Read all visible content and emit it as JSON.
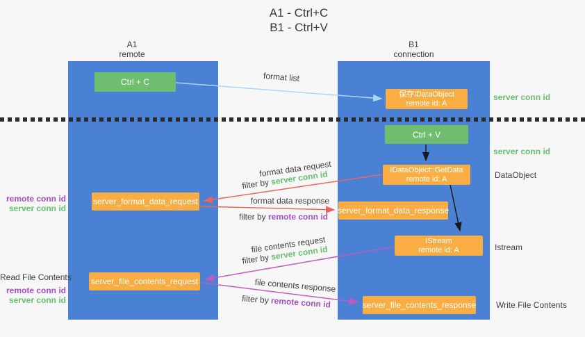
{
  "title": {
    "line1": "A1 - Ctrl+C",
    "line2": "B1 - Ctrl+V"
  },
  "lanes": {
    "a": {
      "name": "A1",
      "subtitle": "remote"
    },
    "b": {
      "name": "B1",
      "subtitle": "connection"
    }
  },
  "nodes": {
    "ctrl_c": "Ctrl + C",
    "ctrl_v": "Ctrl + V",
    "save_idataobject": {
      "line1": "保存IDataObject",
      "line2": "remote id: A"
    },
    "getdata": {
      "line1": "IDataObject::GetData",
      "line2": "remote id: A"
    },
    "istream": {
      "line1": "IStream",
      "line2": "remote id: A"
    },
    "format_request": "server_format_data_request",
    "format_response": "server_format_data_response",
    "file_request": "server_file_contents_request",
    "file_response": "server_file_contents_response"
  },
  "edge_labels": {
    "format_list": "format list",
    "format_data_request": "format data request",
    "format_data_response": "format data response",
    "file_contents_request": "file contents request",
    "file_contents_response": "file contents response",
    "filter_by": "filter by ",
    "server_conn_id": "server conn id",
    "remote_conn_id": "remote conn id"
  },
  "side_labels": {
    "right": {
      "server_conn_id_1": "server conn id",
      "server_conn_id_2": "server conn id",
      "dataobject": "DataObject",
      "istream": "Istream",
      "write_file_contents": "Write File Contents"
    },
    "left": {
      "remote_conn_id_1": "remote conn id",
      "server_conn_id_1": "server conn id",
      "read_file_contents": "Read File Contents",
      "remote_conn_id_2": "remote conn id",
      "server_conn_id_2": "server conn id"
    }
  },
  "colors": {
    "lane_blue": "#4a81d4",
    "node_green": "#6fbe70",
    "node_orange": "#f9ad42",
    "arrow_light_blue": "#a8d8f0",
    "arrow_red": "#e9665c",
    "arrow_magenta": "#c05bc0",
    "arrow_black": "#1a1a1a",
    "text_green": "#67bf70",
    "text_purple": "#a84fc6",
    "background": "#f7f7f7"
  }
}
